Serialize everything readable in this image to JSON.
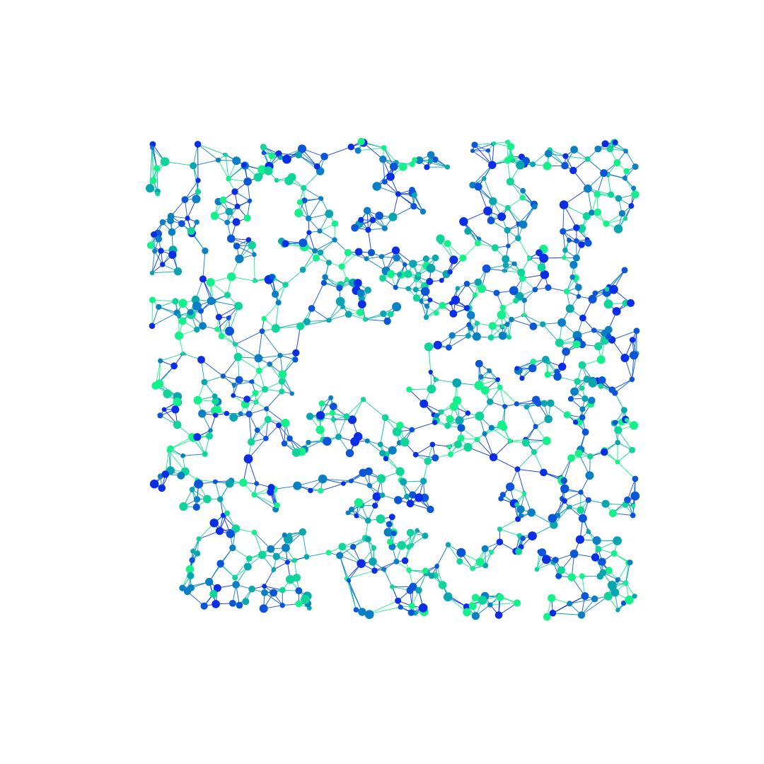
{
  "figure": {
    "kind": "directed network graph (geometric mesh)",
    "background": "#ffffff",
    "palette": [
      "#0a2ee6",
      "#0b55d9",
      "#0a7fc4",
      "#0aa6b0",
      "#10d49a",
      "#14f08a"
    ],
    "arrowheads": true
  },
  "chart_data": {
    "type": "network",
    "node_count_estimate": 900,
    "edge_style": "straight lines with small arrowheads, colored by gradient blue to green",
    "holes": [
      "upper-center",
      "center",
      "lower-center-right"
    ]
  }
}
